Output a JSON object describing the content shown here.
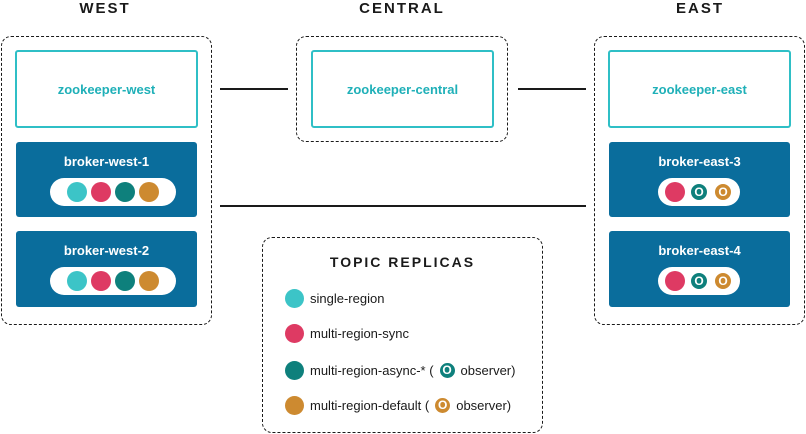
{
  "regions": {
    "west": "WEST",
    "central": "CENTRAL",
    "east": "EAST"
  },
  "zookeepers": {
    "west": "zookeeper-west",
    "central": "zookeeper-central",
    "east": "zookeeper-east"
  },
  "brokers": {
    "west1": "broker-west-1",
    "west2": "broker-west-2",
    "east3": "broker-east-3",
    "east4": "broker-east-4"
  },
  "observer_mark": "O",
  "legend": {
    "title": "TOPIC REPLICAS",
    "single_region": "single-region",
    "multi_region_sync": "multi-region-sync",
    "multi_region_async": "multi-region-async-* (",
    "multi_region_default": "multi-region-default (",
    "observer_suffix": "observer)"
  },
  "colors": {
    "single_region": "#3cc4c7",
    "multi_region_sync": "#de3a63",
    "multi_region_async": "#0e807c",
    "multi_region_default": "#cd8a30",
    "broker_fill": "#0a6d9c",
    "zookeeper_border": "#2fbfc6"
  }
}
